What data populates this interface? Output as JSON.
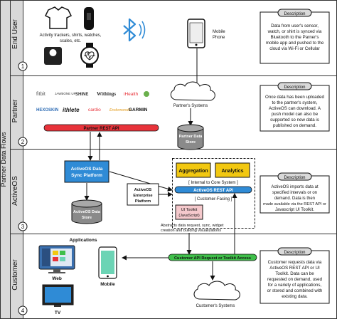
{
  "outer_title": "Partner Data Flows",
  "lanes": [
    {
      "label": "End User",
      "number": "1"
    },
    {
      "label": "Partner",
      "number": "2"
    },
    {
      "label": "ActiveOS",
      "number": "3"
    },
    {
      "label": "Customer",
      "number": "4"
    }
  ],
  "description_header": "Description",
  "end_user": {
    "devices_caption": [
      "Activity trackers, shirts, watches,",
      "scales, etc."
    ],
    "phone_label": [
      "Mobile",
      "Phone"
    ],
    "description": [
      "Data from user's sensor,",
      "watch, or shirt is synced via",
      "Bluetooth to the Parner's",
      "mobile app and pushed to the",
      "cloud via Wi-Fi or Cellular"
    ]
  },
  "partner": {
    "logos": [
      "fitbit",
      "JAWBONE UP",
      "SHINE",
      "Withings",
      "iHealth",
      "HEXOSKIN",
      "ithlete",
      "cardio",
      "Endomondo",
      "GARMIN"
    ],
    "api_label": "Partner REST API",
    "cloud_label": "Partner's Systems",
    "store_label": [
      "Partner Data",
      "Store"
    ],
    "description": [
      "Once data has been uploaded",
      "to the partner's system,",
      "ActiveOS can download.  A",
      "push model can also be",
      "supported so new data is",
      "published on demand."
    ]
  },
  "activeos": {
    "sync_platform": [
      "ActiveOS Data",
      "Sync Platform"
    ],
    "store_label": [
      "ActiveOS Data",
      "Store"
    ],
    "enterprise_label": [
      "ActiveOS",
      "Enterprise",
      "Platform"
    ],
    "aggregation": "Aggregation",
    "analytics": "Analytics",
    "internal": "[ Internal to Core System ]",
    "rest_api": "ActiveOS REST API",
    "customer_facing": "[ Customer-Facing ]",
    "ui_toolkit": [
      "UI Toolkit",
      "(JavaScript)"
    ],
    "abstract_text": [
      "Abstracts data request, sync, widget",
      "creation and building visualizations"
    ],
    "description": [
      "ActiveOS imports data at",
      "specified intervals or on",
      "demand.  Data is then",
      "made available via the REST API or",
      "Javascript UI Toolkit."
    ]
  },
  "customer": {
    "applications": "Applications",
    "web": "Web",
    "mobile": "Mobile",
    "tv": "TV",
    "request_label": "Customer API Request or Toolkit Access",
    "cloud_label": "Customer's Systems",
    "description": [
      "Customer requests data via",
      "ActiveOS REST API or UI",
      "Toolkit.  Data can be",
      "requested on demand, used",
      "for a variety of applications,",
      "or stored and combined with",
      "existing data."
    ]
  },
  "colors": {
    "lane_header": "#d9d9d9",
    "api_red": "#e8333a",
    "api_green": "#3fbf4a",
    "aggregation_yellow": "#f2c811",
    "toolkit_pink": "#f5c9cc",
    "activeos_blue": "#2f8bd6",
    "store_gray": "#8a8a8a",
    "phone_mint": "#6cd4b5"
  }
}
